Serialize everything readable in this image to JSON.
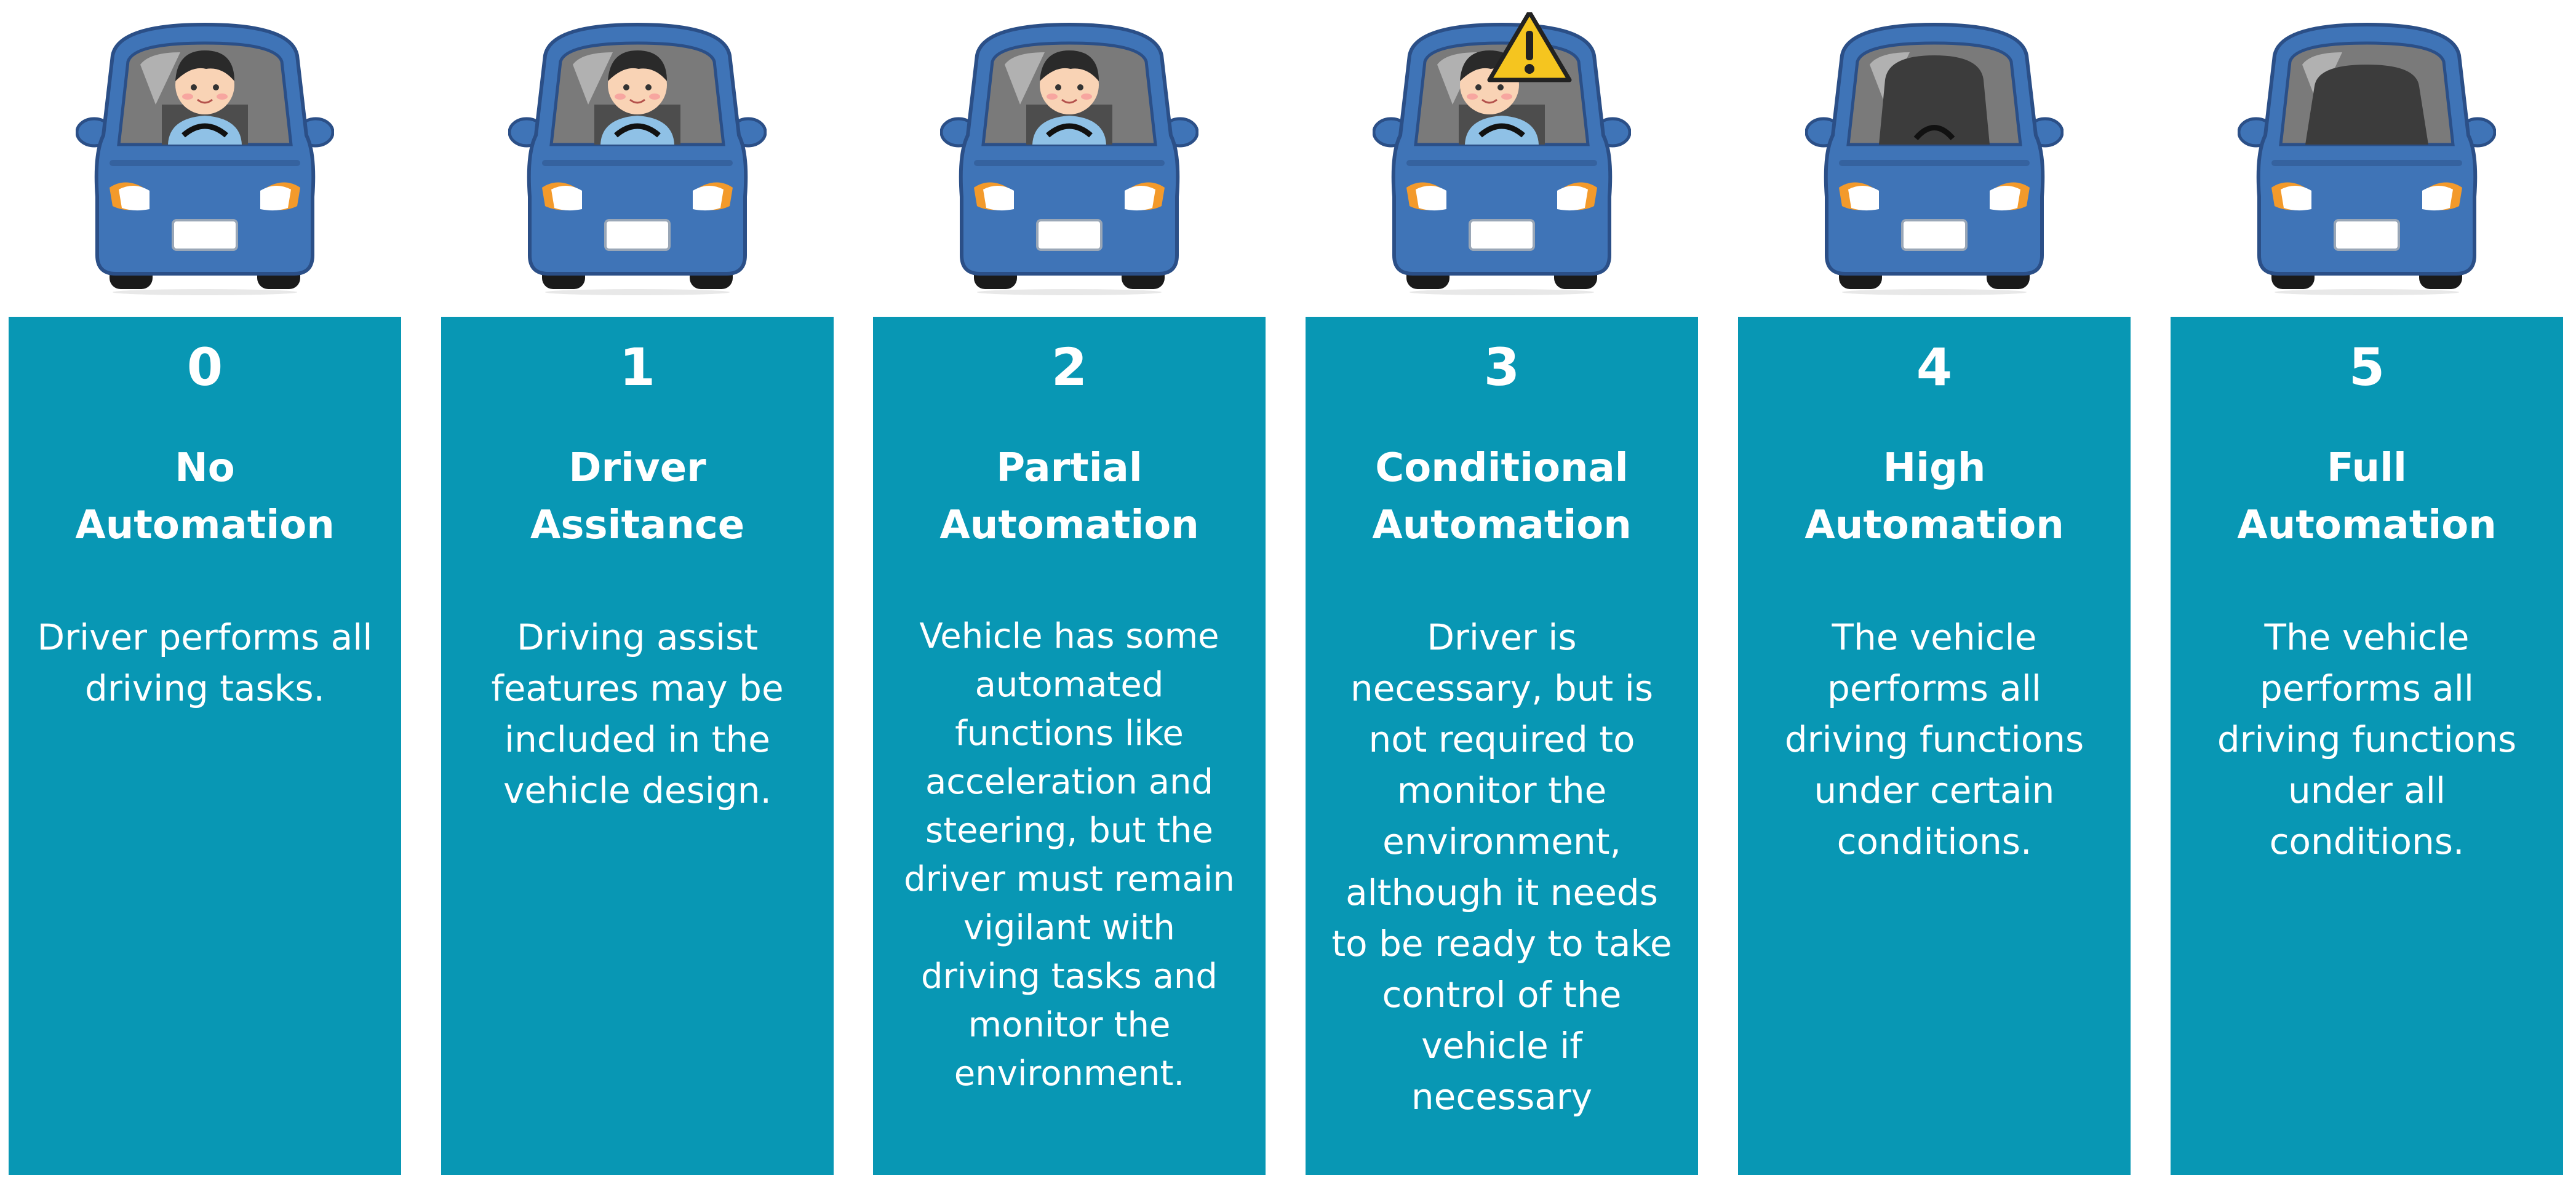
{
  "levels": [
    {
      "number": "0",
      "title_lines": [
        "No",
        "Automation"
      ],
      "desc_lines": [
        "Driver performs all",
        "driving tasks."
      ],
      "car": {
        "driver": "present",
        "warning": false
      }
    },
    {
      "number": "1",
      "title_lines": [
        "Driver",
        "Assitance"
      ],
      "desc_lines": [
        "Driving assist",
        "features may be",
        "included in the",
        "vehicle design."
      ],
      "car": {
        "driver": "present",
        "warning": false
      }
    },
    {
      "number": "2",
      "title_lines": [
        "Partial",
        "Automation"
      ],
      "desc_lines": [
        "Vehicle has some",
        "automated",
        "functions like",
        "acceleration and",
        "steering, but the",
        "driver must remain",
        "vigilant with",
        "driving tasks and",
        "monitor the",
        "environment."
      ],
      "car": {
        "driver": "present",
        "warning": false
      }
    },
    {
      "number": "3",
      "title_lines": [
        "Conditional",
        "Automation"
      ],
      "desc_lines": [
        "Driver is",
        "necessary, but is",
        "not required to",
        "monitor the",
        "environment,",
        "although it needs",
        "to be ready to take",
        "control of the",
        "vehicle if",
        "necessary"
      ],
      "car": {
        "driver": "present",
        "warning": true
      }
    },
    {
      "number": "4",
      "title_lines": [
        "High",
        "Automation"
      ],
      "desc_lines": [
        "The vehicle",
        "performs all",
        "driving functions",
        "under certain",
        "conditions."
      ],
      "car": {
        "driver": "silhouette-with-wheel",
        "warning": false
      }
    },
    {
      "number": "5",
      "title_lines": [
        "Full",
        "Automation"
      ],
      "desc_lines": [
        "The vehicle",
        "performs all",
        "driving functions",
        "under all",
        "conditions."
      ],
      "car": {
        "driver": "silhouette-no-wheel",
        "warning": false
      }
    }
  ],
  "colors": {
    "card_background": "#0897b4",
    "card_text": "#ffffff",
    "car_body": "#3f74b7",
    "car_outline": "#2b4f87",
    "warning_fill": "#f5c51f"
  }
}
